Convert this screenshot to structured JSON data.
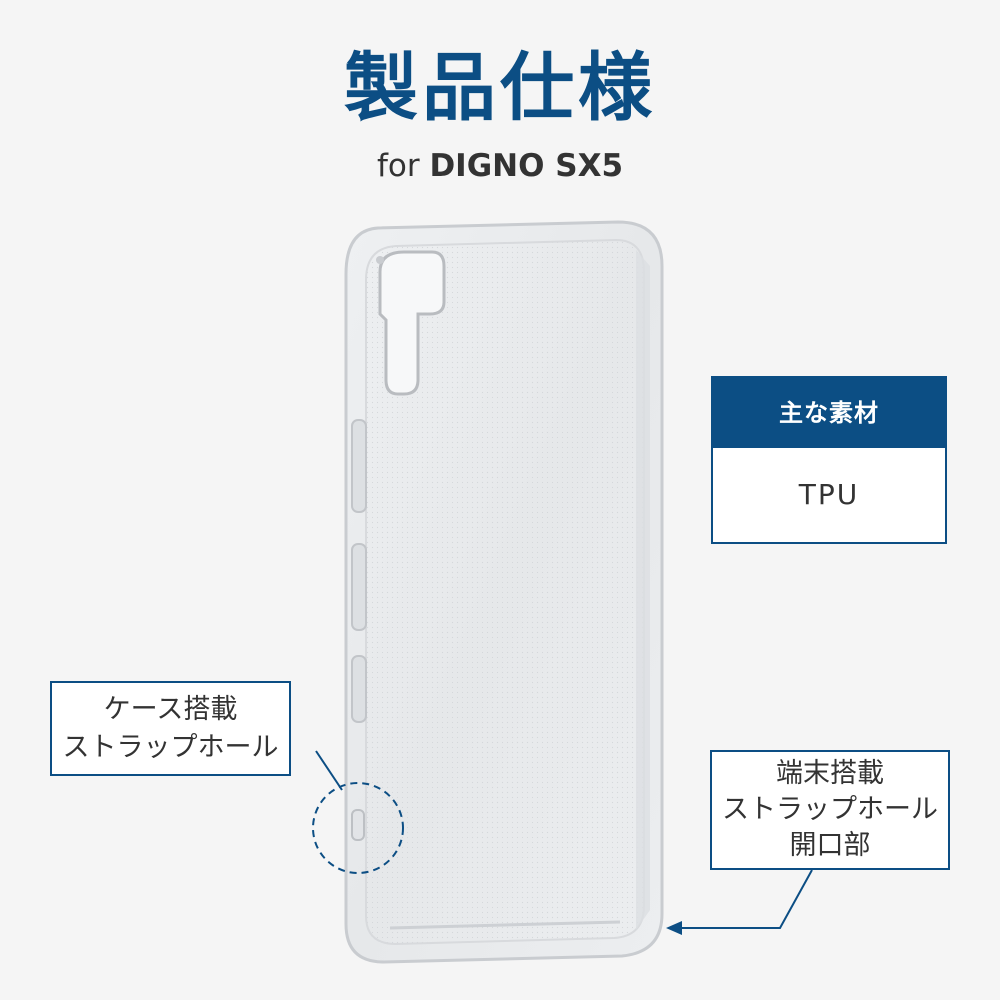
{
  "header": {
    "title": "製品仕様",
    "subtitle_prefix": "for ",
    "subtitle_model": "DIGNO SX5"
  },
  "spec": {
    "heading": "主な素材",
    "value": "TPU"
  },
  "callouts": {
    "left": {
      "line1": "ケース搭載",
      "line2": "ストラップホール"
    },
    "right": {
      "line1": "端末搭載",
      "line2": "ストラップホール",
      "line3": "開口部"
    }
  },
  "colors": {
    "accent": "#0c4e84",
    "background": "#f5f5f5",
    "text": "#333333"
  }
}
